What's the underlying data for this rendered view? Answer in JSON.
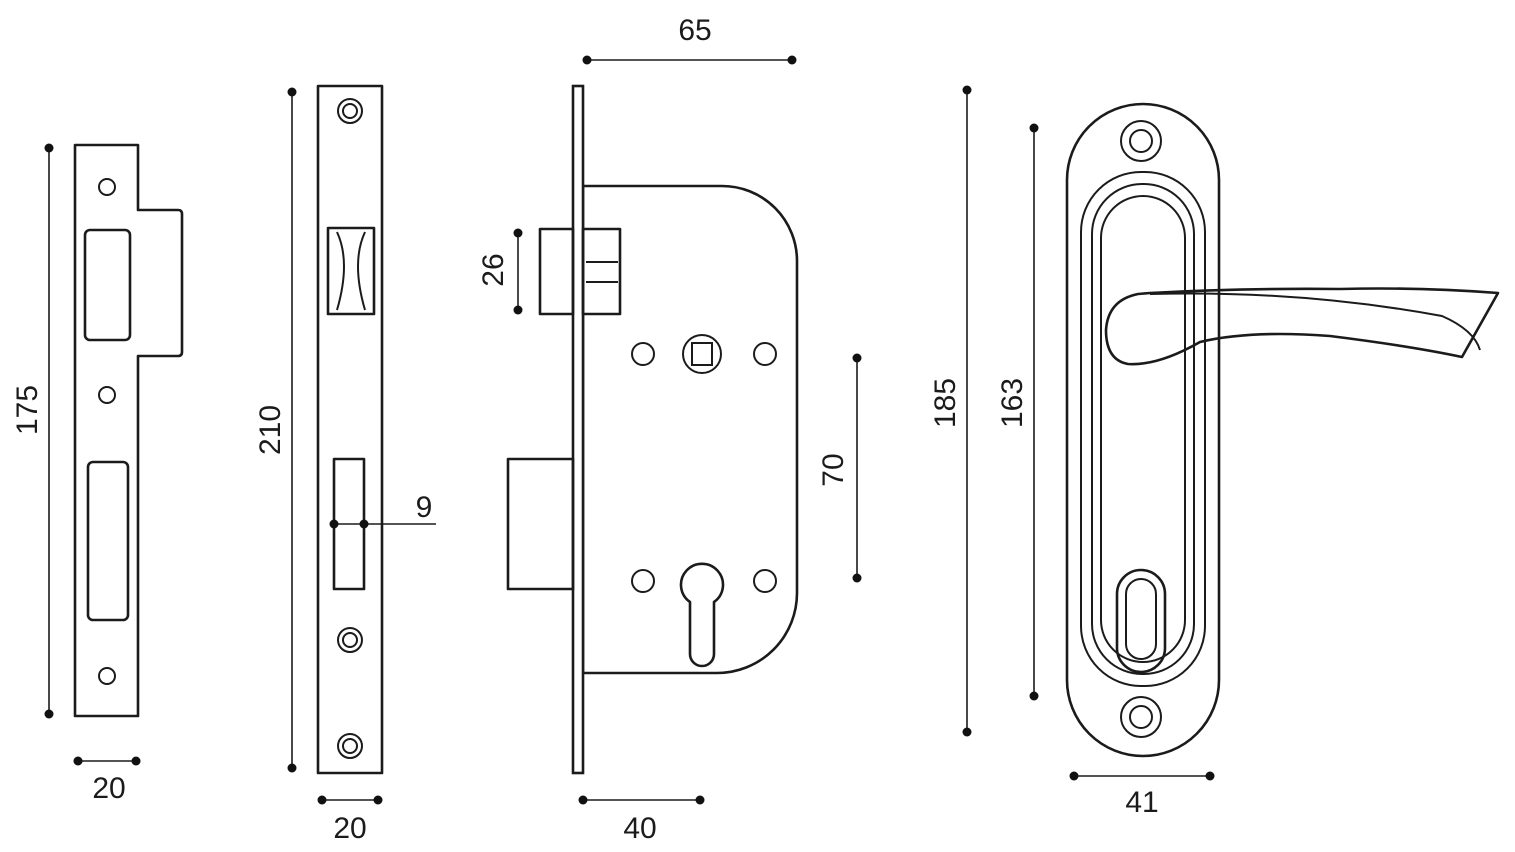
{
  "dimensions": {
    "strike_height": "175",
    "strike_width": "20",
    "faceplate_height": "210",
    "faceplate_width": "20",
    "latch_slot": "9",
    "lock_depth": "65",
    "deadbolt_height": "26",
    "backset": "40",
    "center_distance": "70",
    "handle_plate_height": "185",
    "handle_hole_spacing": "163",
    "handle_plate_width": "41"
  }
}
